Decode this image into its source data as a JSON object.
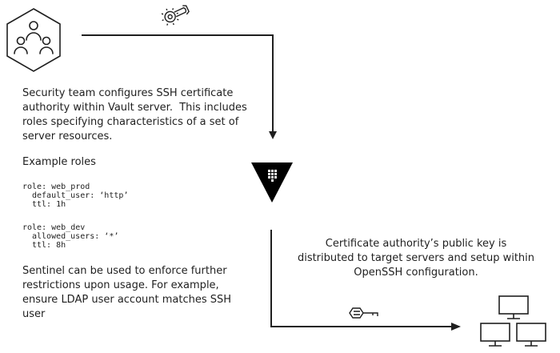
{
  "description": {
    "lines": [
      "Security team configures SSH certificate",
      "authority within Vault server.  This includes",
      "roles specifying characteristics of a set of",
      "server resources."
    ]
  },
  "example_heading": "Example roles",
  "roles": [
    {
      "role": "role: web_prod",
      "user": "default_user: ‘http’",
      "ttl": "ttl: 1h"
    },
    {
      "role": "role: web_dev",
      "user": "allowed_users: ‘*’",
      "ttl": "ttl: 8h"
    }
  ],
  "sentinel": {
    "lines": [
      "Sentinel can be used to enforce further",
      "restrictions upon usage. For example,",
      "ensure LDAP user account matches SSH",
      "user"
    ]
  },
  "distribution": {
    "lines": [
      "Certificate authority’s public key is",
      "distributed to target servers and setup within",
      "OpenSSH configuration."
    ]
  },
  "colors": {
    "stroke": "#1f1f1f",
    "vault": "#000000",
    "text": "#1f1f1f"
  },
  "icons": {
    "team": "team-icon",
    "config": "gear-wrench-icon",
    "vault": "vault-logo-icon",
    "key": "key-icon",
    "servers": "server-monitors-icon"
  }
}
